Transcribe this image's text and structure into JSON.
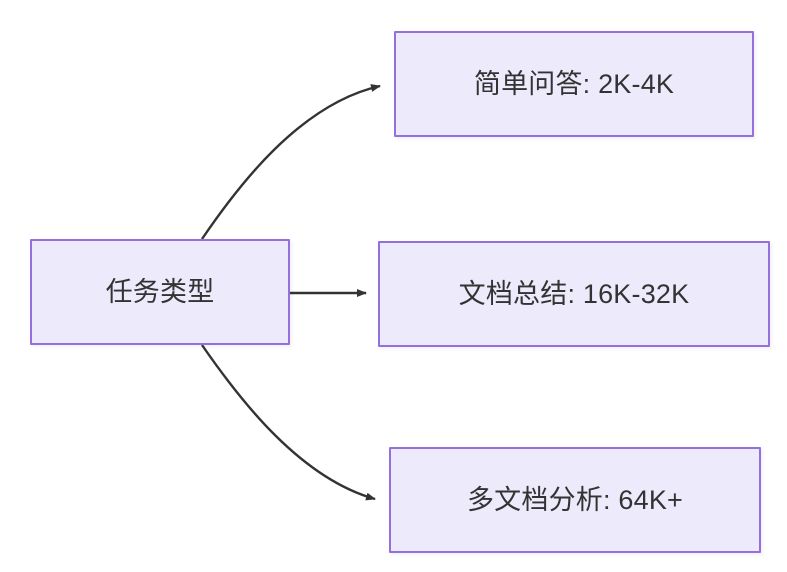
{
  "diagram": {
    "type": "flowchart",
    "direction": "left-to-right",
    "background_color": "#FFFFFF",
    "node_fill_color": "#ECEAFB",
    "node_border_color": "#9370DB",
    "node_text_color": "#333333",
    "edge_color": "#333333",
    "root": {
      "id": "root",
      "label": "任务类型"
    },
    "branches": [
      {
        "id": "qa",
        "label": "简单问答: 2K-4K",
        "task": "简单问答",
        "context_length": "2K-4K",
        "edge_style": "curved-up"
      },
      {
        "id": "summary",
        "label": "文档总结: 16K-32K",
        "task": "文档总结",
        "context_length": "16K-32K",
        "edge_style": "straight"
      },
      {
        "id": "multidoc",
        "label": "多文档分析: 64K+",
        "task": "多文档分析",
        "context_length": "64K+",
        "edge_style": "curved-down"
      }
    ]
  }
}
